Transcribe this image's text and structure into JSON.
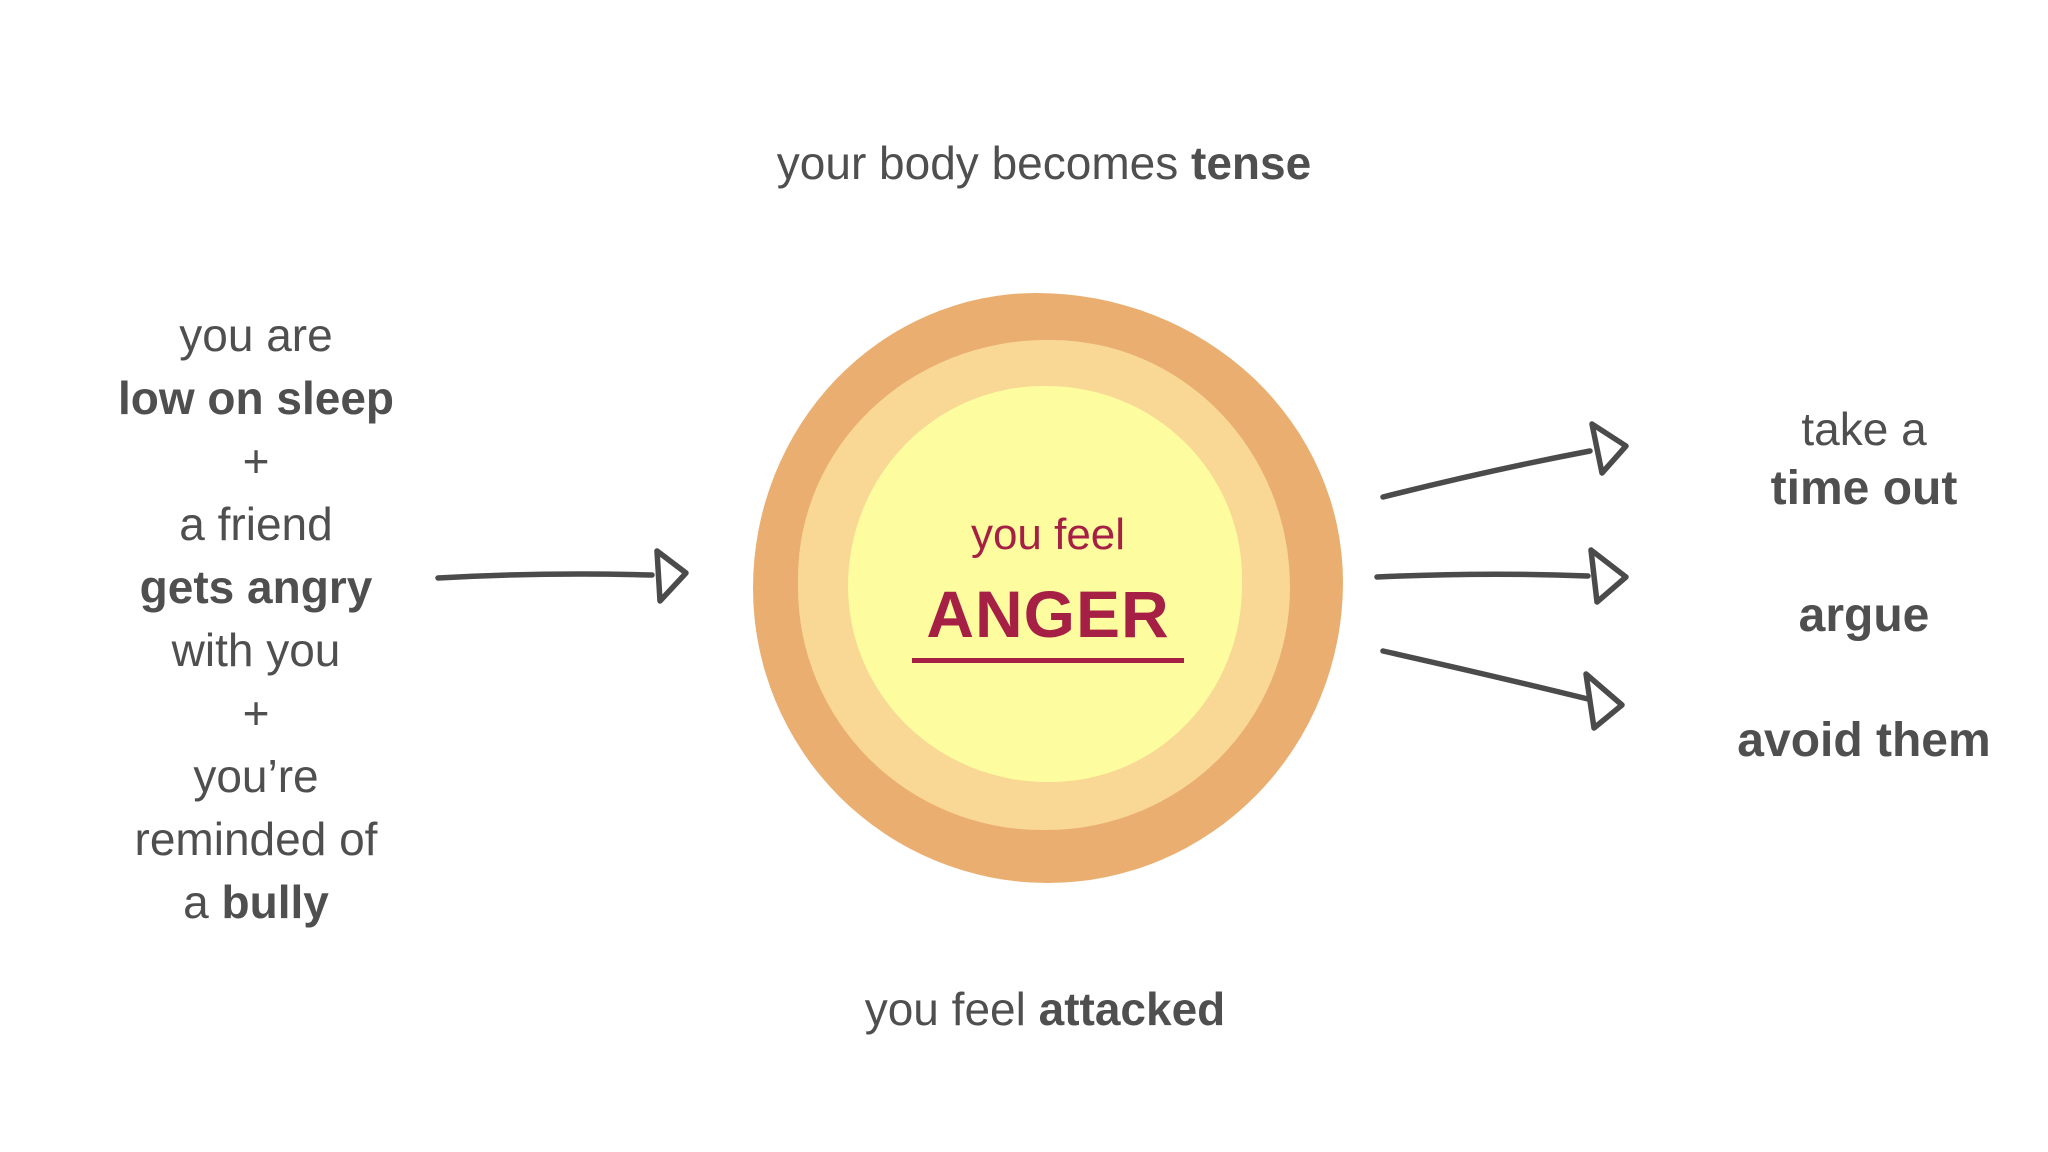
{
  "labels": {
    "top": {
      "light": "your body becomes ",
      "bold": "tense"
    },
    "bottom": {
      "light": "you feel ",
      "bold": "attacked"
    }
  },
  "triggers": {
    "lines": [
      {
        "light": "you are"
      },
      {
        "bold": "low on sleep"
      },
      {
        "light": "+"
      },
      {
        "light": "a friend"
      },
      {
        "bold": "gets angry"
      },
      {
        "light": "with you"
      },
      {
        "light": "+"
      },
      {
        "light": "you’re"
      },
      {
        "light": "reminded of"
      },
      {
        "light": "a ",
        "bold": "bully"
      }
    ]
  },
  "center": {
    "subtitle": "you feel",
    "title": "ANGER"
  },
  "responses": [
    {
      "light": "take a",
      "bold": "time out"
    },
    {
      "bold": "argue"
    },
    {
      "bold": "avoid them"
    }
  ],
  "colors": {
    "ring_outer": "#eaaf70",
    "ring_middle": "#f9d795",
    "ring_inner": "#fdfc9e",
    "accent_maroon": "#a62045",
    "text_gray": "#4f4f4f",
    "arrow_gray": "#4b4b4b"
  }
}
